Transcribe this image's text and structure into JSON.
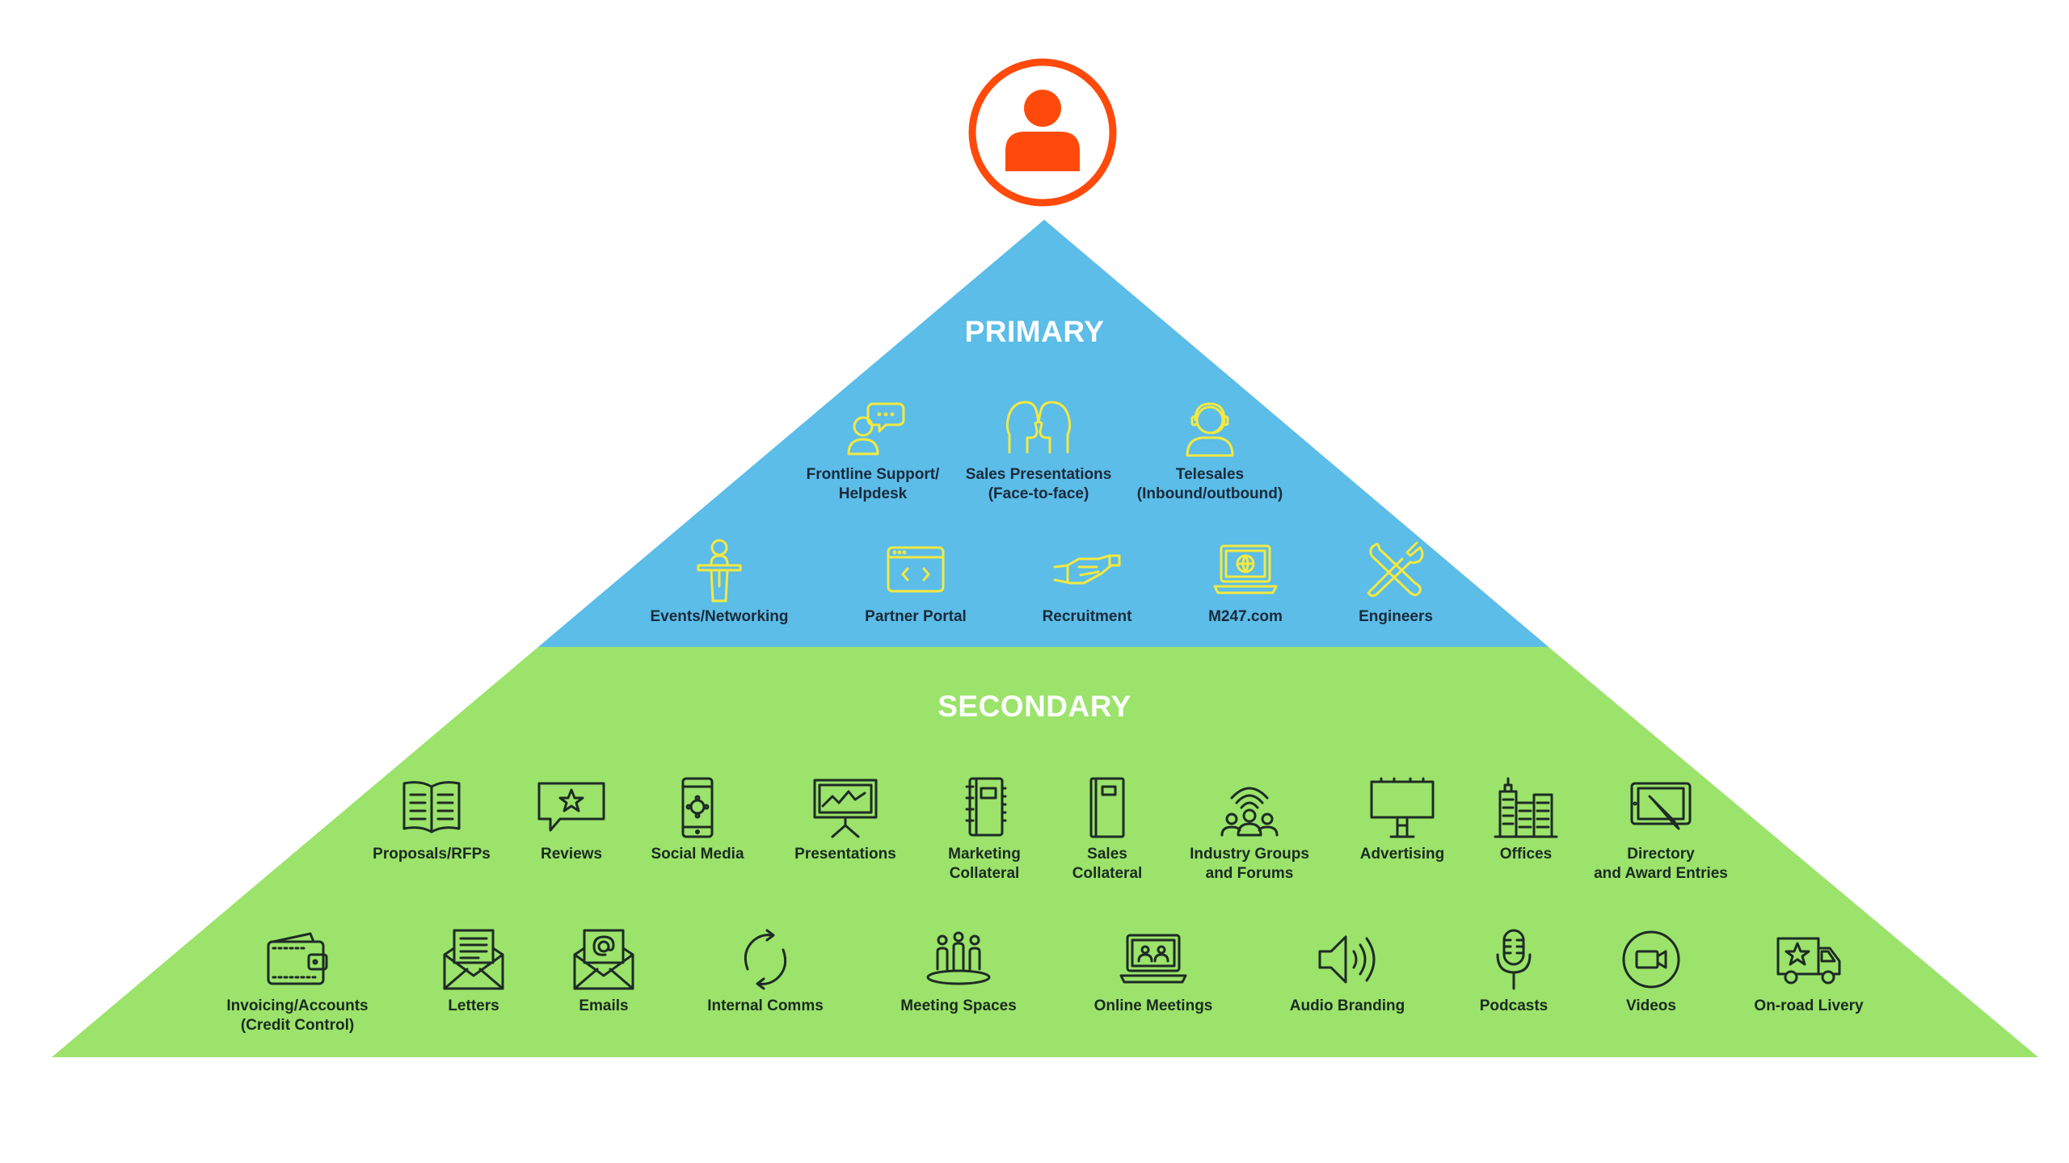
{
  "colors": {
    "accent_orange": "#ff4a0b",
    "primary_blue": "#5bbde8",
    "secondary_green": "#9be36a",
    "primary_icon": "#f4e940",
    "secondary_icon": "#1e2b26"
  },
  "center_icon": "person-icon",
  "primary": {
    "title": "PRIMARY",
    "row1": [
      {
        "label": "Frontline Support/\nHelpdesk",
        "icon": "support-chat-icon"
      },
      {
        "label": "Sales Presentations\n(Face-to-face)",
        "icon": "face-to-face-icon"
      },
      {
        "label": "Telesales\n(Inbound/outbound)",
        "icon": "headset-icon"
      }
    ],
    "row2": [
      {
        "label": "Events/Networking",
        "icon": "speaker-podium-icon"
      },
      {
        "label": "Partner Portal",
        "icon": "browser-code-icon"
      },
      {
        "label": "Recruitment",
        "icon": "handshake-icon"
      },
      {
        "label": "M247.com",
        "icon": "laptop-globe-icon"
      },
      {
        "label": "Engineers",
        "icon": "tools-icon"
      }
    ]
  },
  "secondary": {
    "title": "SECONDARY",
    "row1": [
      {
        "label": "Proposals/RFPs",
        "icon": "book-icon"
      },
      {
        "label": "Reviews",
        "icon": "review-star-icon"
      },
      {
        "label": "Social Media",
        "icon": "smartphone-icon"
      },
      {
        "label": "Presentations",
        "icon": "presentation-board-icon"
      },
      {
        "label": "Marketing\nCollateral",
        "icon": "notebook-icon"
      },
      {
        "label": "Sales\nCollateral",
        "icon": "folder-icon"
      },
      {
        "label": "Industry Groups\nand Forums",
        "icon": "group-broadcast-icon"
      },
      {
        "label": "Advertising",
        "icon": "billboard-icon"
      },
      {
        "label": "Offices",
        "icon": "buildings-icon"
      },
      {
        "label": "Directory\nand Award Entries",
        "icon": "tablet-pen-icon"
      }
    ],
    "row2": [
      {
        "label": "Invoicing/Accounts\n(Credit Control)",
        "icon": "wallet-icon"
      },
      {
        "label": "Letters",
        "icon": "letter-envelope-icon"
      },
      {
        "label": "Emails",
        "icon": "email-at-icon"
      },
      {
        "label": "Internal Comms",
        "icon": "refresh-cycle-icon"
      },
      {
        "label": "Meeting Spaces",
        "icon": "meeting-people-icon"
      },
      {
        "label": "Online Meetings",
        "icon": "laptop-video-call-icon"
      },
      {
        "label": "Audio Branding",
        "icon": "speaker-sound-icon"
      },
      {
        "label": "Podcasts",
        "icon": "microphone-icon"
      },
      {
        "label": "Videos",
        "icon": "video-camera-icon"
      },
      {
        "label": "On-road Livery",
        "icon": "van-star-icon"
      }
    ]
  }
}
